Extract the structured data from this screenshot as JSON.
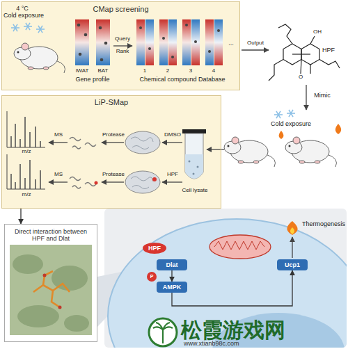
{
  "diagram": {
    "nodes": [
      {
        "text": [
          "CMap screening"
        ]
      },
      {
        "text": [
          "LiP-SMap"
        ]
      },
      {
        "text": [
          "Direct interaction between HPF and Dlat"
        ]
      },
      {
        "text": [
          "HPF"
        ]
      },
      {
        "text": [
          "Dlat"
        ]
      },
      {
        "text": [
          "P"
        ]
      },
      {
        "text": [
          "AMPK"
        ]
      },
      {
        "text": [
          "Ucp1"
        ]
      }
    ],
    "edges": [
      {
        "from": 1,
        "to": 2,
        "arrow": "to"
      },
      {
        "from": 4,
        "to": 6,
        "arrow": "to"
      },
      {
        "from": 6,
        "to": 7,
        "arrow": "to"
      }
    ],
    "labels": [
      "4 °C",
      "Cold exposure",
      "iWAT",
      "BAT",
      "Gene profile",
      "Query",
      "Rank",
      "1",
      "2",
      "3",
      "4",
      "...",
      "Chemical compound Database",
      "Output",
      "OH",
      "O",
      "HPF",
      "Mimic",
      "Cold exposure",
      "MS",
      "m/z",
      "MS",
      "m/z",
      "Protease",
      "Protease",
      "DMSO",
      "HPF",
      "Cell lysate",
      "Thermogenesis",
      "松霞游戏网",
      "www.xtianb98c.com"
    ]
  }
}
